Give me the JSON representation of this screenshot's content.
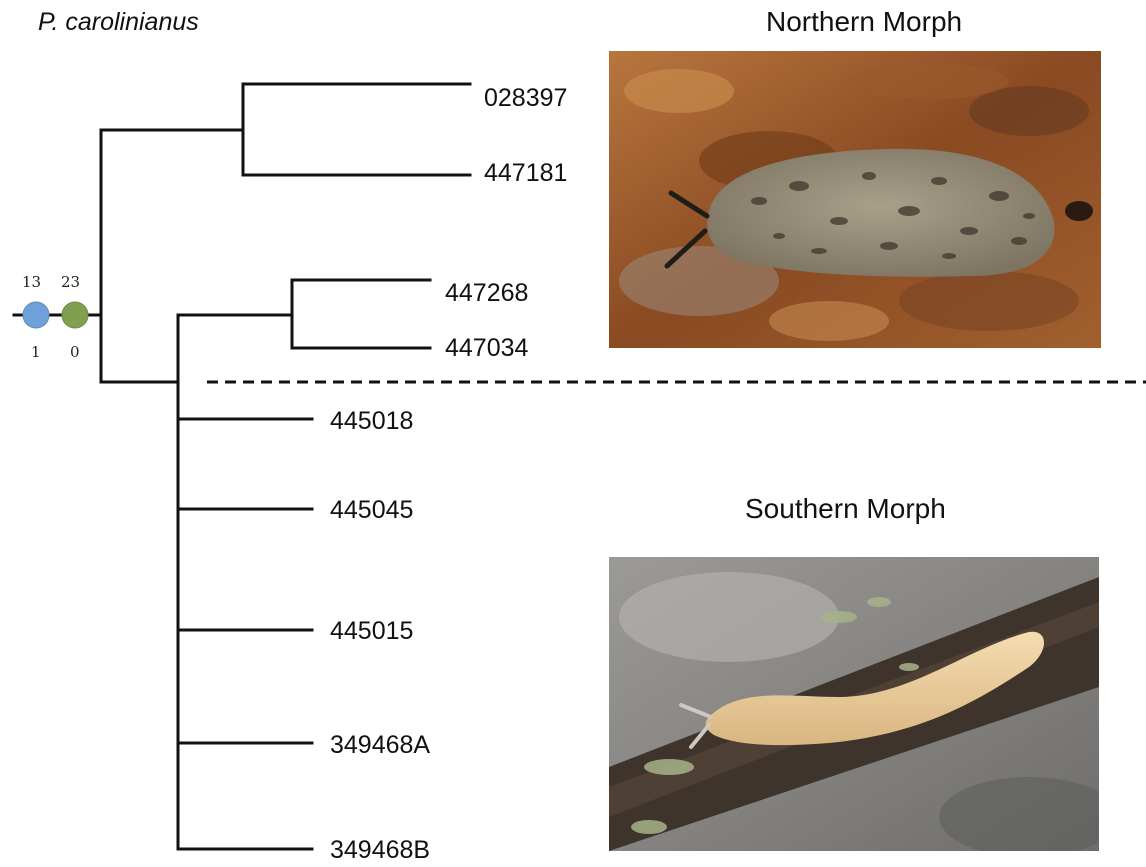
{
  "taxon": "P. carolinianus",
  "node_counts": {
    "blue_top": "13",
    "blue_bottom": "1",
    "green_top": "23",
    "green_bottom": "0"
  },
  "colors": {
    "blue_node": "#6fa0d8",
    "green_node": "#7fa050",
    "branch": "#111111"
  },
  "tips": [
    "028397",
    "447181",
    "447268",
    "447034",
    "445018",
    "445045",
    "445015",
    "349468A",
    "349468B"
  ],
  "morphs": {
    "north": {
      "title": "Northern Morph",
      "photo": "grey-spotted-slug-on-wood"
    },
    "south": {
      "title": "Southern Morph",
      "photo": "pale-yellow-slug-on-branch"
    }
  }
}
